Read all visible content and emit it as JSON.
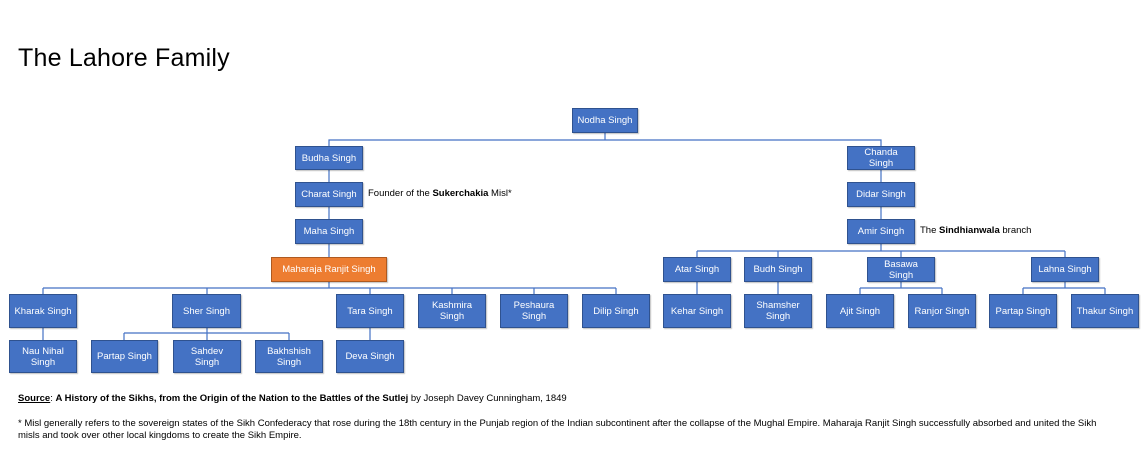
{
  "title": "The Lahore Family",
  "nodes": {
    "nodha": "Nodha Singh",
    "budha": "Budha Singh",
    "charat": "Charat Singh",
    "maha": "Maha Singh",
    "ranjit": "Maharaja Ranjit Singh",
    "kharak": "Kharak Singh",
    "sher": "Sher Singh",
    "tara": "Tara Singh",
    "kashmira": "Kashmira Singh",
    "peshaura": "Peshaura Singh",
    "dilip": "Dilip Singh",
    "nau_nihal": "Nau Nihal Singh",
    "partap_l": "Partap Singh",
    "sahdev": "Sahdev Singh",
    "bakhshish": "Bakhshish Singh",
    "deva": "Deva Singh",
    "chanda": "Chanda Singh",
    "didar": "Didar Singh",
    "amir": "Amir Singh",
    "atar": "Atar Singh",
    "budh": "Budh Singh",
    "basawa": "Basawa Singh",
    "lahna": "Lahna Singh",
    "kehar": "Kehar Singh",
    "shamsher": "Shamsher Singh",
    "ajit": "Ajit Singh",
    "ranjor": "Ranjor Singh",
    "partap_r": "Partap Singh",
    "thakur": "Thakur Singh"
  },
  "notes": {
    "sukerchakia": {
      "prefix": "Founder of the ",
      "bold": "Sukerchakia",
      "suffix": " Misl*"
    },
    "sindhianwala": {
      "prefix": "The ",
      "bold": "Sindhianwala",
      "suffix": " branch"
    }
  },
  "source": {
    "label": "Source",
    "book": "A History of the Sikhs, from the Origin of the Nation to the Battles of the Sutlej",
    "rest": " by Joseph Davey Cunningham, 1849"
  },
  "footnote": "* Misl generally refers to the sovereign states of the Sikh Confederacy that rose during the 18th century in the Punjab region of the Indian subcontinent after the collapse of the Mughal Empire. Maharaja Ranjit Singh successfully absorbed and united the Sikh misls and took over other local kingdoms to create the Sikh Empire.",
  "colors": {
    "node": "#4472c4",
    "highlight": "#ed7d31",
    "connector": "#4472c4"
  }
}
